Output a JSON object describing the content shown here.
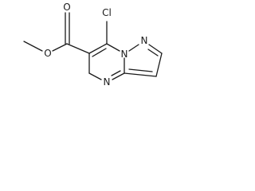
{
  "molecule": {
    "atoms": {
      "chlorine": "Cl",
      "carbonyl_oxygen": "O",
      "ester_oxygen": "O",
      "pyrazole_n2": "N",
      "bridge_n1": "N",
      "pyrimidine_n4": "N"
    }
  }
}
